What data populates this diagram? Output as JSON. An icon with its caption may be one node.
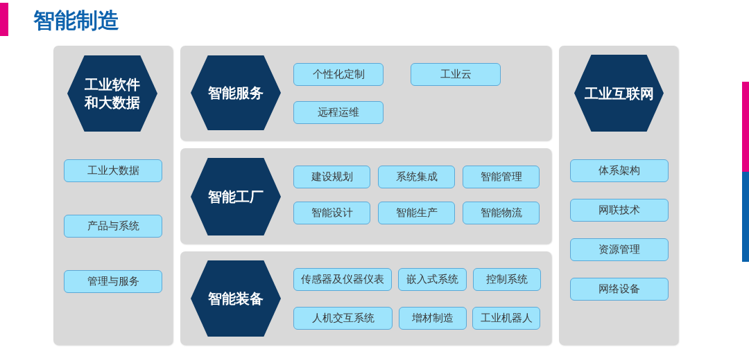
{
  "diagram": {
    "title": "智能制造",
    "nodes": [
      {
        "text": [],
        "shape": "box"
      },
      {
        "text": [
          "工业软件和大数据"
        ],
        "in": 0
      },
      {
        "text": [
          "工业大数据"
        ],
        "in": 0
      },
      {
        "text": [
          "产品与系统"
        ],
        "in": 0
      },
      {
        "text": [
          "管理与服务"
        ],
        "in": 0
      },
      {
        "text": [],
        "shape": "box"
      },
      {
        "text": [
          "智能服务"
        ],
        "in": 5
      },
      {
        "text": [
          "个性化定制"
        ],
        "in": 5
      },
      {
        "text": [
          "工业云"
        ],
        "in": 5
      },
      {
        "text": [
          "远程运维"
        ],
        "in": 5
      },
      {
        "text": [],
        "shape": "box"
      },
      {
        "text": [
          "智能工厂"
        ],
        "in": 10
      },
      {
        "text": [
          "建设规划"
        ],
        "in": 10
      },
      {
        "text": [
          "系统集成"
        ],
        "in": 10
      },
      {
        "text": [
          "智能管理"
        ],
        "in": 10
      },
      {
        "text": [
          "智能设计"
        ],
        "in": 10
      },
      {
        "text": [
          "智能生产"
        ],
        "in": 10
      },
      {
        "text": [
          "智能物流"
        ],
        "in": 10
      },
      {
        "text": [],
        "shape": "box"
      },
      {
        "text": [
          "智能装备"
        ],
        "in": 18
      },
      {
        "text": [
          "传感器及仪器仪表"
        ],
        "in": 18
      },
      {
        "text": [
          "嵌入式系统"
        ],
        "in": 18
      },
      {
        "text": [
          "控制系统"
        ],
        "in": 18
      },
      {
        "text": [
          "人机交互系统"
        ],
        "in": 18
      },
      {
        "text": [
          "增材制造"
        ],
        "in": 18
      },
      {
        "text": [
          "工业机器人"
        ],
        "in": 18
      },
      {
        "text": [],
        "shape": "box"
      },
      {
        "text": [
          "工业互联网"
        ],
        "in": 26
      },
      {
        "text": [
          "体系架构"
        ],
        "in": 26
      },
      {
        "text": [
          "网联技术"
        ],
        "in": 26
      },
      {
        "text": [
          "资源管理"
        ],
        "in": 26
      },
      {
        "text": [
          "网络设备"
        ],
        "in": 26
      }
    ]
  }
}
